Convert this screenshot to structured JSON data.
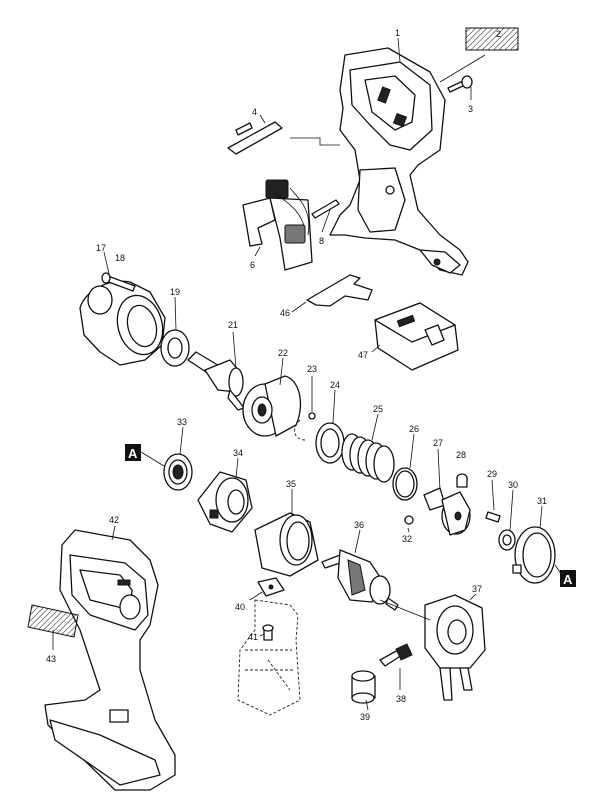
{
  "diagram": {
    "parts": [
      {
        "number": "1"
      },
      {
        "number": "2"
      },
      {
        "number": "3"
      },
      {
        "number": "4"
      },
      {
        "number": "6"
      },
      {
        "number": "8"
      },
      {
        "number": "17"
      },
      {
        "number": "18"
      },
      {
        "number": "19"
      },
      {
        "number": "21"
      },
      {
        "number": "22"
      },
      {
        "number": "23"
      },
      {
        "number": "24"
      },
      {
        "number": "25"
      },
      {
        "number": "26"
      },
      {
        "number": "27"
      },
      {
        "number": "28"
      },
      {
        "number": "29"
      },
      {
        "number": "30"
      },
      {
        "number": "31"
      },
      {
        "number": "32"
      },
      {
        "number": "33"
      },
      {
        "number": "34"
      },
      {
        "number": "35"
      },
      {
        "number": "36"
      },
      {
        "number": "37"
      },
      {
        "number": "38"
      },
      {
        "number": "39"
      },
      {
        "number": "40"
      },
      {
        "number": "41"
      },
      {
        "number": "42"
      },
      {
        "number": "43"
      },
      {
        "number": "46"
      },
      {
        "number": "47"
      }
    ],
    "reference_markers": [
      "A",
      "A"
    ]
  }
}
